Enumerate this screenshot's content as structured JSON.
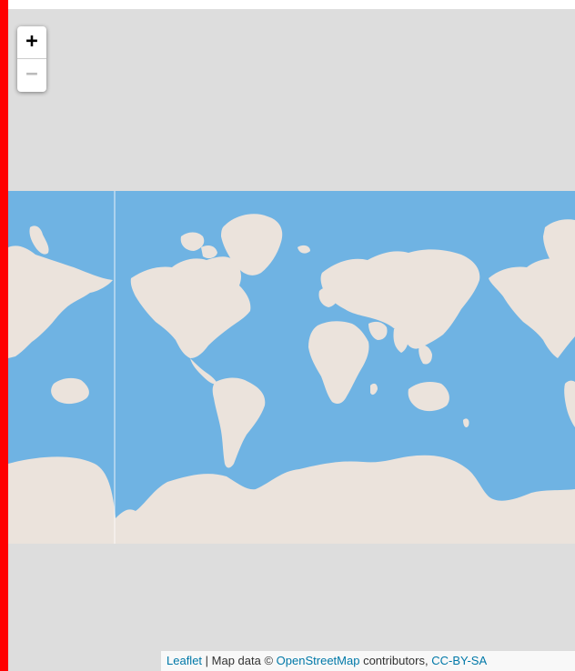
{
  "colors": {
    "ocean": "#6fb3e3",
    "land": "#ebe3dc",
    "background": "#dddddd",
    "border": "#ff0000",
    "link": "#0078a8"
  },
  "zoom": {
    "in_label": "+",
    "out_label": "−"
  },
  "attribution": {
    "leaflet_link": "Leaflet",
    "separator": " | ",
    "map_data_text": "Map data © ",
    "osm_link": "OpenStreetMap",
    "contributors_text": " contributors, ",
    "license_link": "CC-BY-SA"
  }
}
